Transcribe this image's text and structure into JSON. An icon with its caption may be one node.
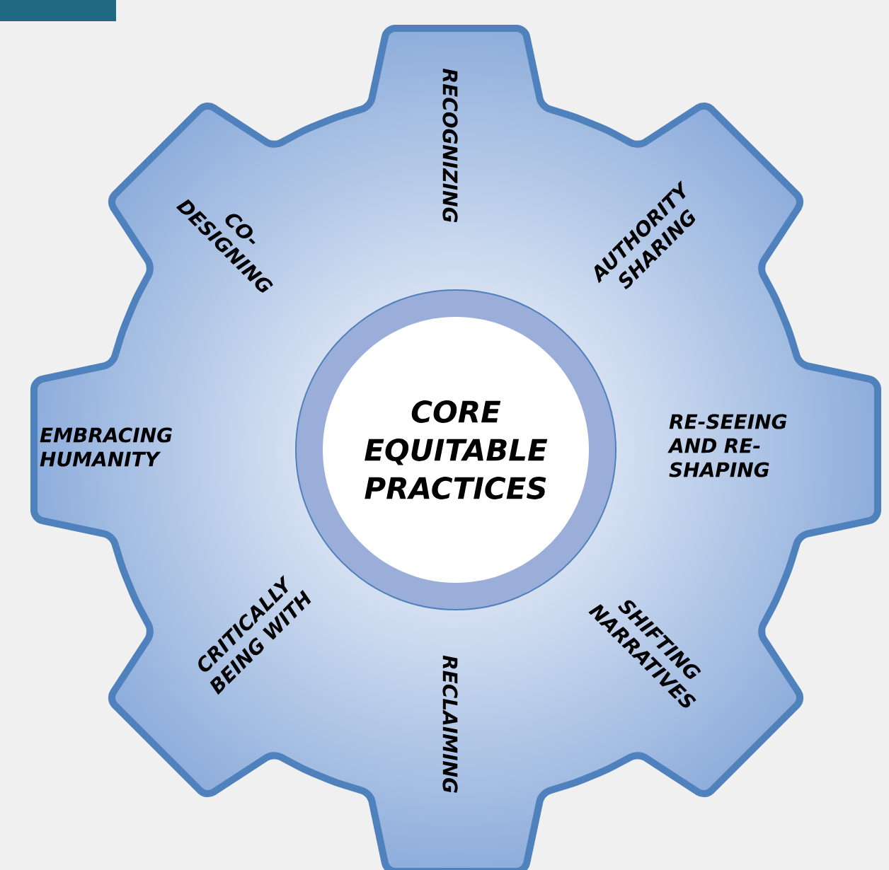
{
  "diagram": {
    "nodes": [
      {
        "text": [
          "CO- DESIGNING",
          "RECOGNIZING",
          "AUTHORITY SHARING",
          "EMBRACING HUMANITY",
          "RE-SEEING AND RE-SHAPING",
          "CRITICALLY BEING WITH",
          "RECLAIMING",
          "SHIFTING NARRATIVES"
        ]
      },
      {
        "text": [
          "CORE EQUITABLE PRACTICES"
        ],
        "in": 0
      }
    ]
  }
}
